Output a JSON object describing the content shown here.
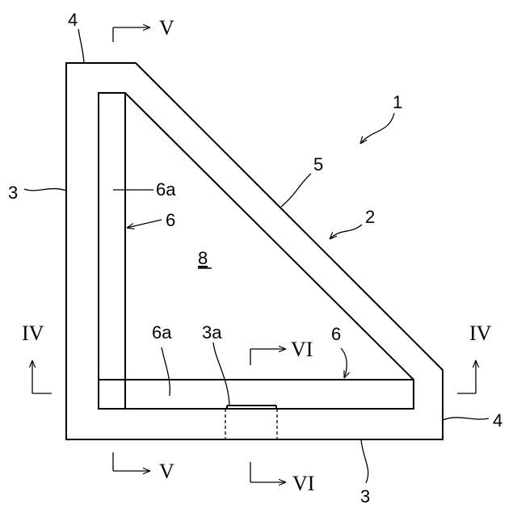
{
  "labels": {
    "ref_1": "1",
    "ref_2": "2",
    "ref_3_left": "3",
    "ref_3_bottom": "3",
    "ref_3a": "3a",
    "ref_4_top": "4",
    "ref_4_right": "4",
    "ref_5": "5",
    "ref_6_vertical": "6",
    "ref_6_horizontal": "6",
    "ref_6a_vertical": "6a",
    "ref_6a_horizontal": "6a",
    "ref_8": "8"
  },
  "section_marks": {
    "iv_left": "IV",
    "iv_right": "IV",
    "v_top": "V",
    "v_bottom": "V",
    "vi_top": "VI",
    "vi_bottom": "VI"
  }
}
